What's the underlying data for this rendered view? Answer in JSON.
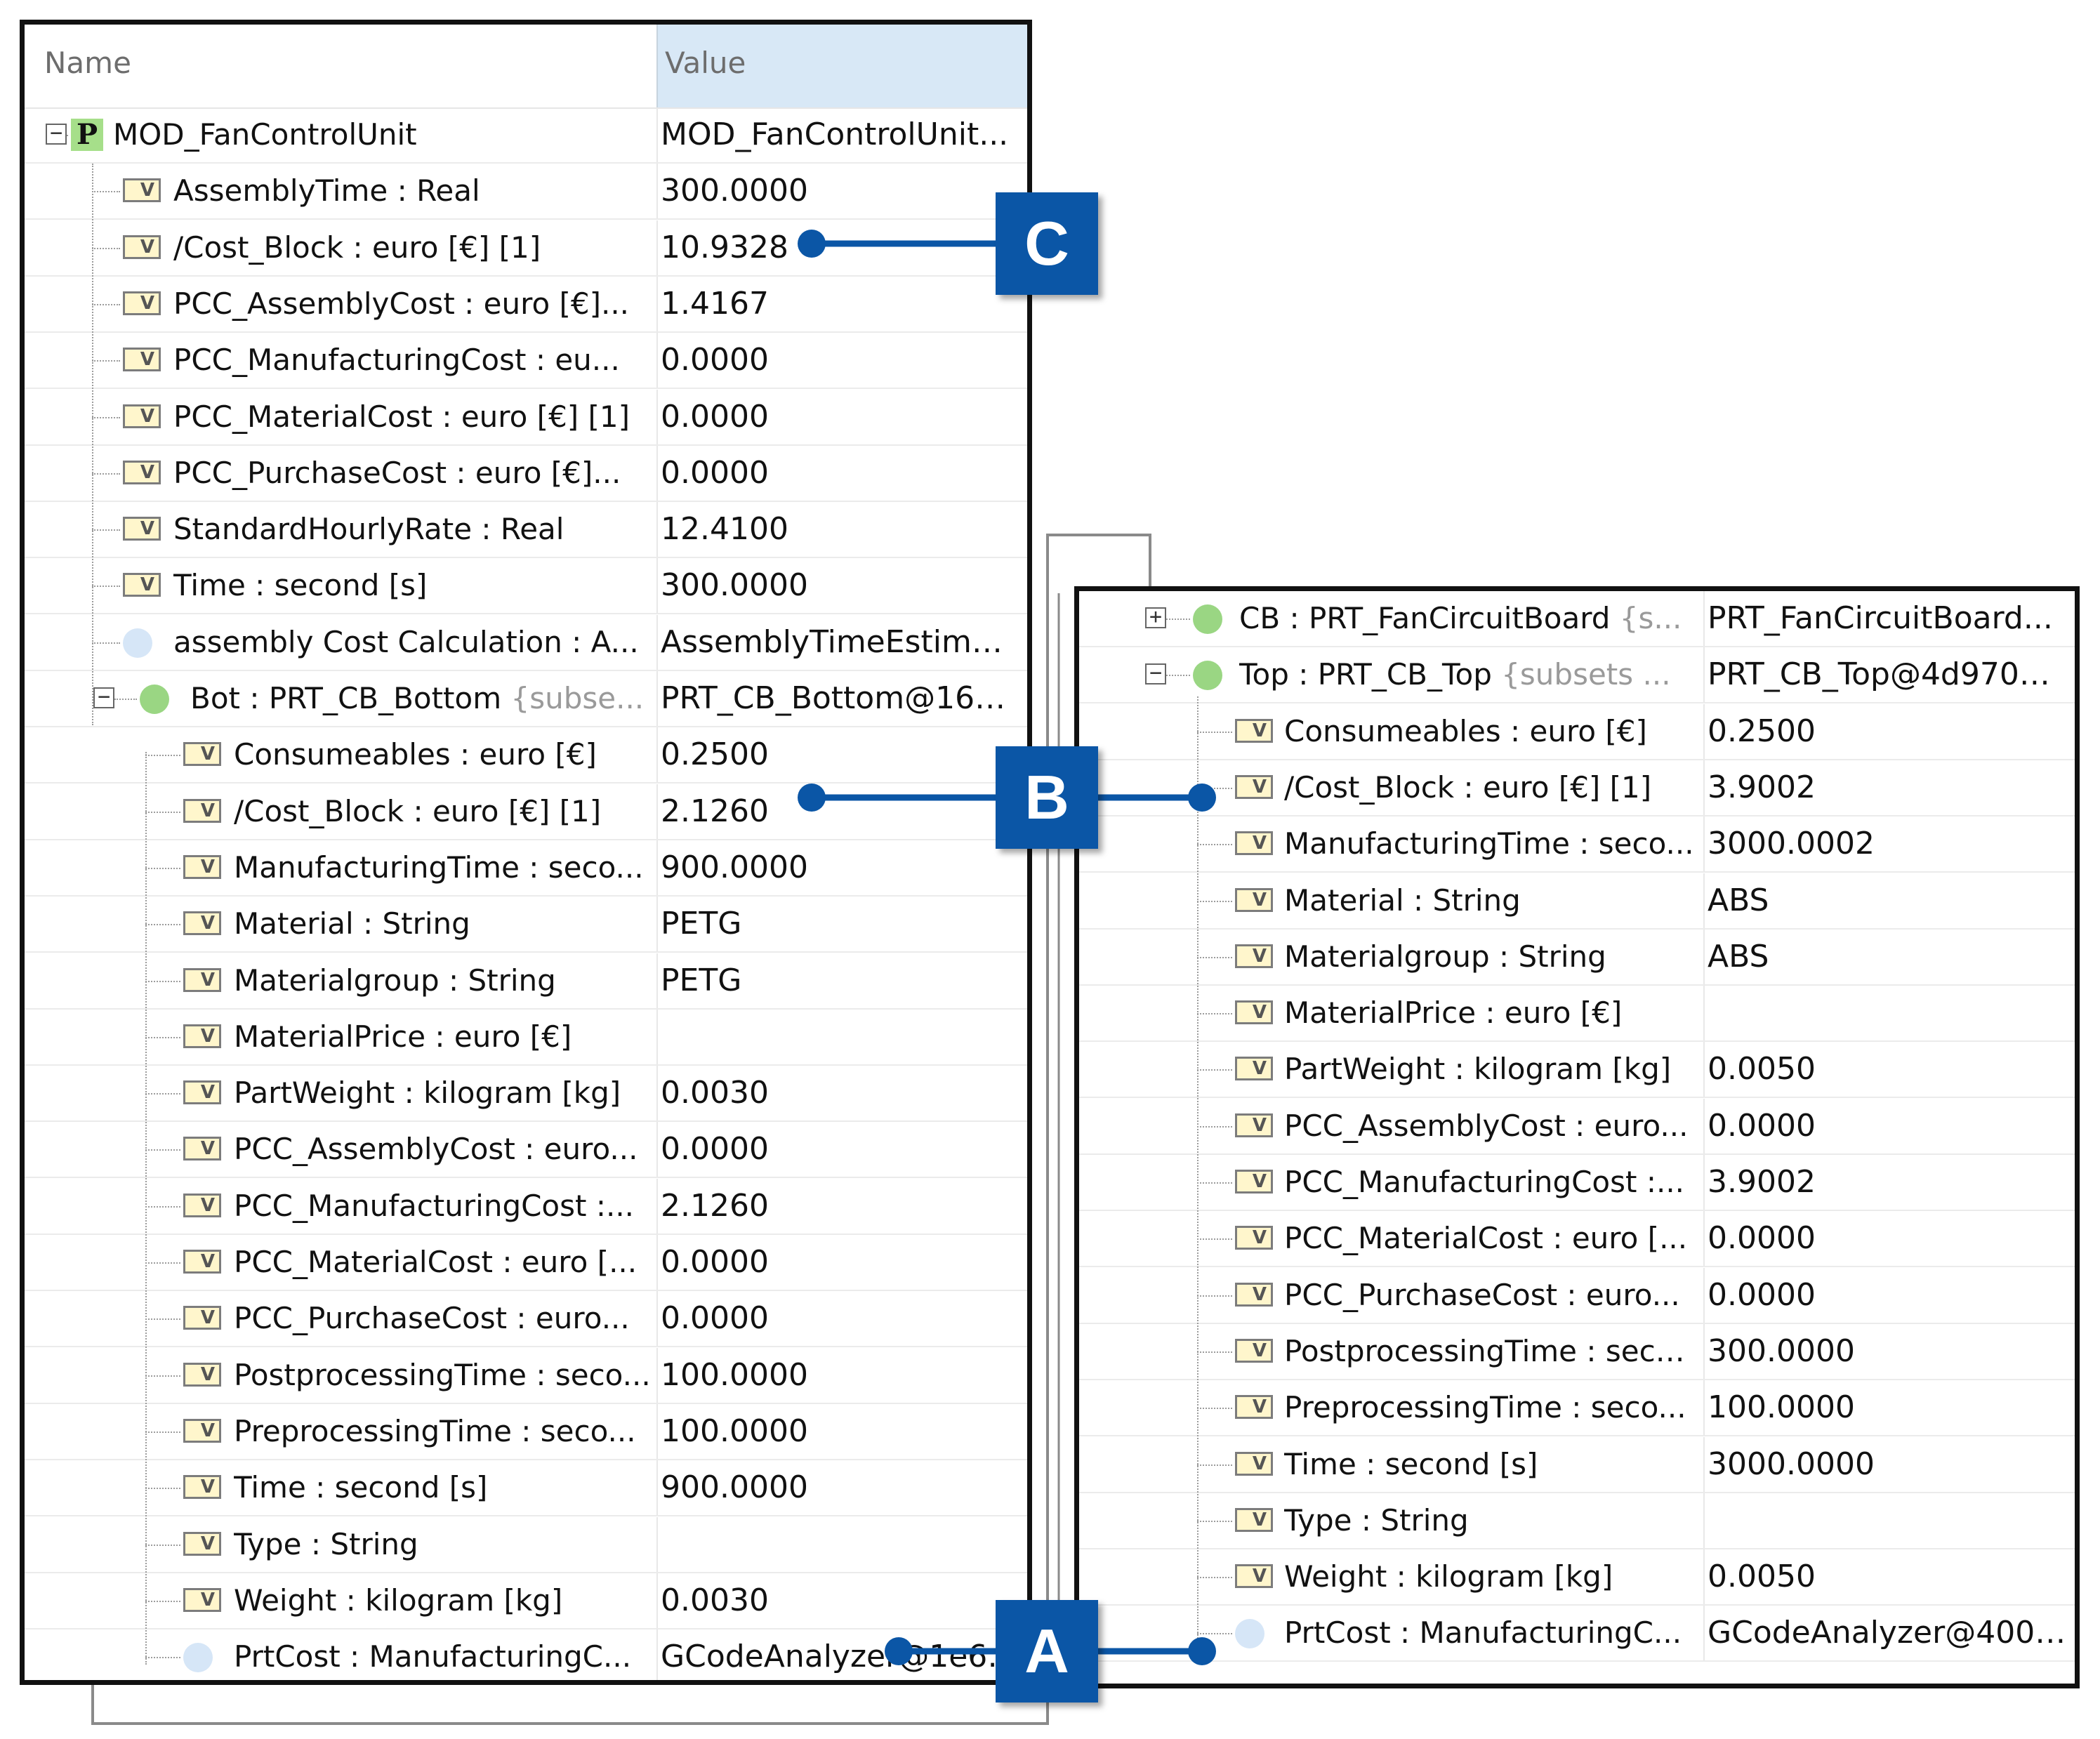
{
  "header": {
    "name_label": "Name",
    "value_label": "Value"
  },
  "left_tree": {
    "root": {
      "icon": "p-icon",
      "icon_letter": "P",
      "name": "MOD_FanControlUnit",
      "value": "MOD_FanControlUnit..."
    },
    "root_children": [
      {
        "icon": "v-icon",
        "name": "AssemblyTime : Real",
        "value": "300.0000"
      },
      {
        "icon": "v-icon",
        "name": "/Cost_Block : euro [€] [1]",
        "value": "10.9328"
      },
      {
        "icon": "v-icon",
        "name": "PCC_AssemblyCost : euro [€]...",
        "value": "1.4167"
      },
      {
        "icon": "v-icon",
        "name": "PCC_ManufacturingCost : eu...",
        "value": "0.0000"
      },
      {
        "icon": "v-icon",
        "name": "PCC_MaterialCost : euro [€] [1]",
        "value": "0.0000"
      },
      {
        "icon": "v-icon",
        "name": "PCC_PurchaseCost : euro [€]...",
        "value": "0.0000"
      },
      {
        "icon": "v-icon",
        "name": "StandardHourlyRate : Real",
        "value": "12.4100"
      },
      {
        "icon": "v-icon",
        "name": "Time : second [s]",
        "value": "300.0000"
      },
      {
        "icon": "calc-icon",
        "name": "assembly Cost Calculation : A...",
        "value": "AssemblyTimeEstimatio..."
      }
    ],
    "bot": {
      "icon": "part-icon",
      "name": "Bot : PRT_CB_Bottom ",
      "subset": "{subse...",
      "value": "PRT_CB_Bottom@16c..."
    },
    "bot_children": [
      {
        "icon": "v-icon",
        "name": "Consumeables : euro [€]",
        "value": "0.2500"
      },
      {
        "icon": "v-icon",
        "name": "/Cost_Block : euro [€] [1]",
        "value": "2.1260"
      },
      {
        "icon": "v-icon",
        "name": "ManufacturingTime : seco...",
        "value": "900.0000"
      },
      {
        "icon": "v-icon",
        "name": "Material : String",
        "value": "PETG"
      },
      {
        "icon": "v-icon",
        "name": "Materialgroup : String",
        "value": "PETG"
      },
      {
        "icon": "v-icon",
        "name": "MaterialPrice : euro [€]",
        "value": ""
      },
      {
        "icon": "v-icon",
        "name": "PartWeight : kilogram [kg]",
        "value": "0.0030"
      },
      {
        "icon": "v-icon",
        "name": "PCC_AssemblyCost : euro...",
        "value": "0.0000"
      },
      {
        "icon": "v-icon",
        "name": "PCC_ManufacturingCost :...",
        "value": "2.1260"
      },
      {
        "icon": "v-icon",
        "name": "PCC_MaterialCost : euro [...",
        "value": "0.0000"
      },
      {
        "icon": "v-icon",
        "name": "PCC_PurchaseCost : euro...",
        "value": "0.0000"
      },
      {
        "icon": "v-icon",
        "name": "PostprocessingTime : seco...",
        "value": "100.0000"
      },
      {
        "icon": "v-icon",
        "name": "PreprocessingTime : seco...",
        "value": "100.0000"
      },
      {
        "icon": "v-icon",
        "name": "Time : second [s]",
        "value": "900.0000"
      },
      {
        "icon": "v-icon",
        "name": "Type : String",
        "value": ""
      },
      {
        "icon": "v-icon",
        "name": "Weight : kilogram [kg]",
        "value": "0.0030"
      },
      {
        "icon": "calc-icon",
        "name": "PrtCost : ManufacturingC...",
        "value": "GCodeAnalyzer@1e61..."
      }
    ]
  },
  "right_tree": {
    "cb": {
      "icon": "part-icon",
      "name": "CB : PRT_FanCircuitBoard ",
      "subset": "{s...",
      "value": "PRT_FanCircuitBoard..."
    },
    "top": {
      "icon": "part-icon",
      "name": "Top : PRT_CB_Top ",
      "subset": "{subsets ...",
      "value": "PRT_CB_Top@4d970d10"
    },
    "top_children": [
      {
        "icon": "v-icon",
        "name": "Consumeables : euro [€]",
        "value": "0.2500"
      },
      {
        "icon": "v-icon",
        "name": "/Cost_Block : euro [€] [1]",
        "value": "3.9002"
      },
      {
        "icon": "v-icon",
        "name": "ManufacturingTime : seco...",
        "value": "3000.0002"
      },
      {
        "icon": "v-icon",
        "name": "Material : String",
        "value": "ABS"
      },
      {
        "icon": "v-icon",
        "name": "Materialgroup : String",
        "value": "ABS"
      },
      {
        "icon": "v-icon",
        "name": "MaterialPrice : euro [€]",
        "value": ""
      },
      {
        "icon": "v-icon",
        "name": "PartWeight : kilogram [kg]",
        "value": "0.0050"
      },
      {
        "icon": "v-icon",
        "name": "PCC_AssemblyCost : euro...",
        "value": "0.0000"
      },
      {
        "icon": "v-icon",
        "name": "PCC_ManufacturingCost :...",
        "value": "3.9002"
      },
      {
        "icon": "v-icon",
        "name": "PCC_MaterialCost : euro [...",
        "value": "0.0000"
      },
      {
        "icon": "v-icon",
        "name": "PCC_PurchaseCost : euro...",
        "value": "0.0000"
      },
      {
        "icon": "v-icon",
        "name": "PostprocessingTime : seco...",
        "value": "300.0000"
      },
      {
        "icon": "v-icon",
        "name": "PreprocessingTime : seco...",
        "value": "100.0000"
      },
      {
        "icon": "v-icon",
        "name": "Time : second [s]",
        "value": "3000.0000"
      },
      {
        "icon": "v-icon",
        "name": "Type : String",
        "value": ""
      },
      {
        "icon": "v-icon",
        "name": "Weight : kilogram [kg]",
        "value": "0.0050"
      },
      {
        "icon": "calc-icon",
        "name": "PrtCost : ManufacturingC...",
        "value": "GCodeAnalyzer@400b..."
      }
    ]
  },
  "callouts": {
    "a": "A",
    "b": "B",
    "c": "C"
  },
  "colors": {
    "callout_blue": "#0b56a6",
    "header_value_bg": "#d8e8f6",
    "part_green": "#9ad683",
    "calc_blue": "#d6e6f7",
    "v_icon_bg": "#fff6cc",
    "connector_gray": "#8a8a8a"
  }
}
